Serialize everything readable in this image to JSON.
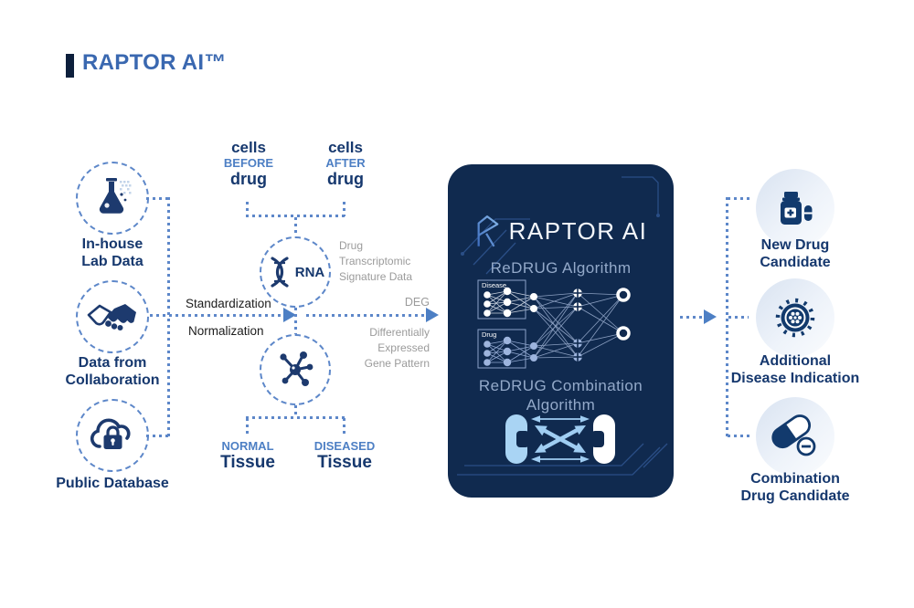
{
  "header": {
    "title": "RAPTOR AI™"
  },
  "colors": {
    "navy_icon": "#16386e",
    "accent_blue": "#4d7fc4",
    "dotted_line": "#5d87c9",
    "title_blue": "#3a68b0",
    "gray_note": "#9b9b9b",
    "panel_bg": "#102a4f",
    "panel_text": "#93a9c9",
    "capsule_light_blue": "#a9d4f4"
  },
  "left_column": {
    "items": [
      {
        "icon": "flask-icon",
        "line1": "In-house",
        "line2": "Lab Data"
      },
      {
        "icon": "handshake-icon",
        "line1": "Data from",
        "line2": "Collaboration"
      },
      {
        "icon": "cloud-lock-icon",
        "line1": "Public Database",
        "line2": ""
      }
    ]
  },
  "pipeline": {
    "cells_before": {
      "top": "cells",
      "mid": "BEFORE",
      "bottom": "drug"
    },
    "cells_after": {
      "top": "cells",
      "mid": "AFTER",
      "bottom": "drug"
    },
    "rna": {
      "icon": "dna-helix-icon",
      "label": "RNA",
      "note_lines": [
        "Drug",
        "Transcriptomic",
        "Signature Data"
      ]
    },
    "process": {
      "above": "Standardization",
      "below": "Normalization"
    },
    "deg": {
      "label": "DEG",
      "note_lines": [
        "Differentially",
        "Expressed",
        "Gene Pattern"
      ]
    },
    "molecule": {
      "icon": "molecule-icon"
    },
    "tissue_normal": {
      "mid": "NORMAL",
      "bottom": "Tissue"
    },
    "tissue_diseased": {
      "mid": "DISEASED",
      "bottom": "Tissue"
    }
  },
  "panel": {
    "logo_icon": "raptor-r-mark-icon",
    "logo": "RAPTOR AI",
    "alg1": "ReDRUG Algorithm",
    "network": {
      "box1": "Disease",
      "box2": "Drug"
    },
    "alg2_line1": "ReDRUG Combination",
    "alg2_line2": "Algorithm"
  },
  "right_column": {
    "items": [
      {
        "icon": "medicine-bottle-icon",
        "line1": "New Drug",
        "line2": "Candidate"
      },
      {
        "icon": "virus-icon",
        "line1": "Additional",
        "line2": "Disease Indication"
      },
      {
        "icon": "capsule-minus-icon",
        "line1": "Combination",
        "line2": "Drug Candidate"
      }
    ]
  }
}
